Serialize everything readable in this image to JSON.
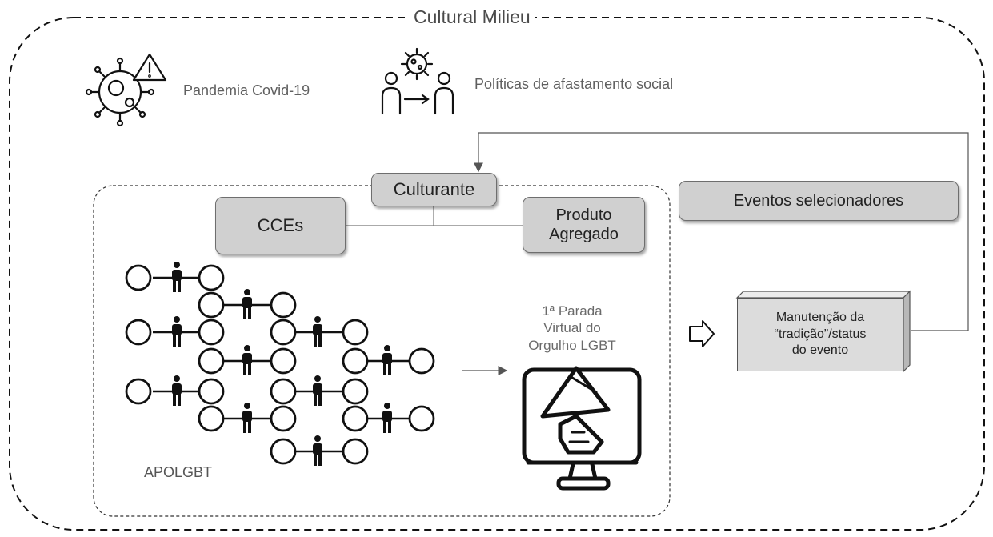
{
  "frame": {
    "title": "Cultural Milieu"
  },
  "context": {
    "pandemic": {
      "label": "Pandemia Covid-19",
      "icon": "virus-warning-icon"
    },
    "policies": {
      "label": "Políticas de afastamento social",
      "icon": "social-distancing-icon"
    }
  },
  "culturant": {
    "title": "Culturante",
    "cces": "CCEs",
    "product_line1": "Produto",
    "product_line2": "Agregado"
  },
  "network": {
    "label": "APOLGBT",
    "node_icon": "circle-node-icon",
    "person_icon": "person-icon"
  },
  "outcome": {
    "line1": "1ª Parada",
    "line2": "Virtual do",
    "line3": "Orgulho LGBT",
    "icon": "monitor-megaphone-icon"
  },
  "selection": {
    "title": "Eventos selecionadores",
    "maintenance_line1": "Manutenção da",
    "maintenance_line2": "“tradição”/status",
    "maintenance_line3": "do evento"
  },
  "colors": {
    "box_fill": "#d0d0d0",
    "box_border": "#6e6e6e",
    "line": "#555555",
    "icon": "#111111"
  }
}
